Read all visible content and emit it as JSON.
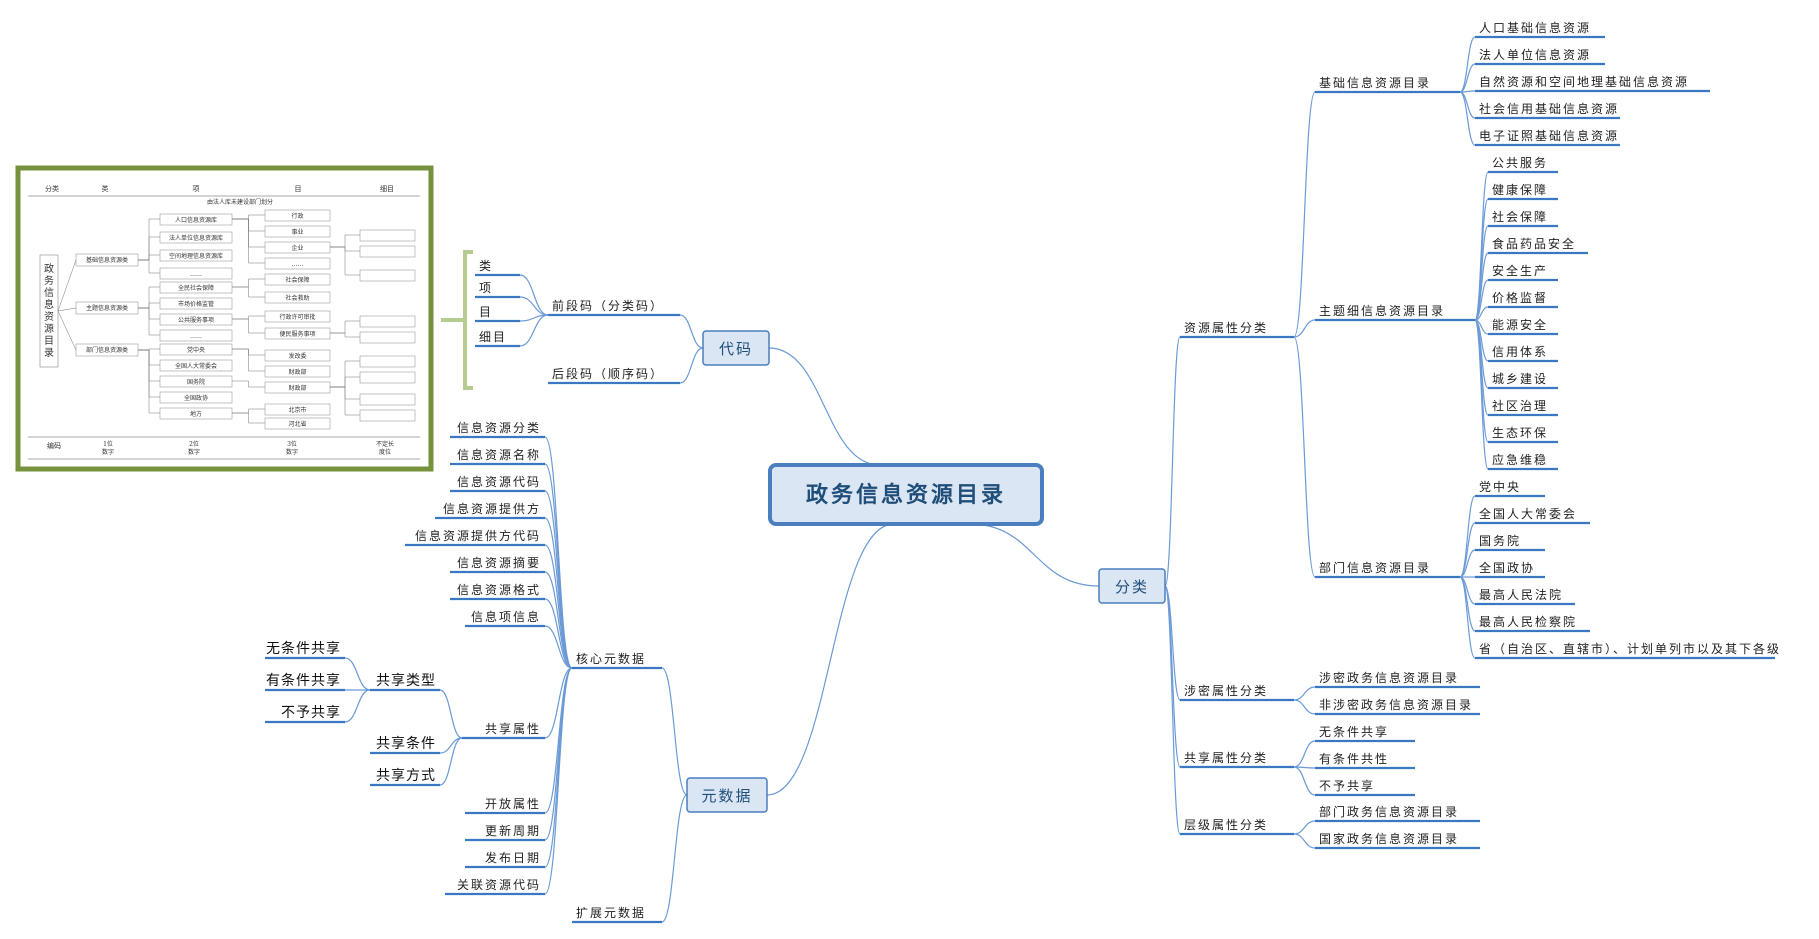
{
  "root": "政务信息资源目录",
  "branches": {
    "code": {
      "label": "代码",
      "front": "前段码（分类码）",
      "back": "后段码（顺序码）",
      "levels": [
        "类",
        "项",
        "目",
        "细目"
      ]
    },
    "meta": {
      "label": "元数据",
      "core": "核心元数据",
      "ext": "扩展元数据",
      "core_items": [
        "信息资源分类",
        "信息资源名称",
        "信息资源代码",
        "信息资源提供方",
        "信息资源提供方代码",
        "信息资源摘要",
        "信息资源格式",
        "信息项信息"
      ],
      "share": "共享属性",
      "share_type": "共享类型",
      "share_types": [
        "无条件共享",
        "有条件共享",
        "不予共享"
      ],
      "share_cond": "共享条件",
      "share_way": "共享方式",
      "other_items": [
        "开放属性",
        "更新周期",
        "发布日期",
        "关联资源代码"
      ]
    },
    "classify": {
      "label": "分类",
      "resource": "资源属性分类",
      "basic": "基础信息资源目录",
      "basic_items": [
        "人口基础信息资源",
        "法人单位信息资源",
        "自然资源和空间地理基础信息资源",
        "社会信用基础信息资源",
        "电子证照基础信息资源"
      ],
      "theme": "主题细信息资源目录",
      "theme_items": [
        "公共服务",
        "健康保障",
        "社会保障",
        "食品药品安全",
        "安全生产",
        "价格监督",
        "能源安全",
        "信用体系",
        "城乡建设",
        "社区治理",
        "生态环保",
        "应急维稳"
      ],
      "dept": "部门信息资源目录",
      "dept_items": [
        "党中央",
        "全国人大常委会",
        "国务院",
        "全国政协",
        "最高人民法院",
        "最高人民检察院",
        "省（自治区、直辖市）、计划单列市以及其下各级"
      ],
      "secret": "涉密属性分类",
      "secret_items": [
        "涉密政务信息资源目录",
        "非涉密政务信息资源目录"
      ],
      "share": "共享属性分类",
      "share_items": [
        "无条件共享",
        "有条件共性",
        "不予共享"
      ],
      "level": "层级属性分类",
      "level_items": [
        "部门政务信息资源目录",
        "国家政务信息资源目录"
      ]
    }
  },
  "inset": {
    "headers": [
      "分类",
      "类",
      "项",
      "目",
      "细目"
    ],
    "caption": "由法人库未建设部门划分",
    "side": "政务信息资源目录",
    "cats": [
      "基础信息资源类",
      "主题信息资源类",
      "部门信息资源类"
    ],
    "items_basic": [
      "人口信息资源库",
      "法人单位信息资源库",
      "空间地理信息资源库",
      "……"
    ],
    "items_theme": [
      "全民社会保障",
      "市场价格监管",
      "公共服务事项",
      "……"
    ],
    "items_dept": [
      "党中央",
      "全国人大常委会",
      "国务院",
      "全国政协",
      "地方"
    ],
    "mu": [
      "行政",
      "事业",
      "企业",
      "……",
      "社会保障",
      "社会救助",
      "行政许可审批",
      "便民服务事项",
      "发改委",
      "财政部",
      "财政部",
      "北京市",
      "河北省"
    ],
    "code_label": "编码",
    "codes": [
      "1位\n数字",
      "2位\n数字",
      "3位\n数字",
      "不定长\n度位"
    ]
  },
  "colors": {
    "line": "#5b8fd0",
    "underline": "#3b78c4",
    "node_fill": "#dbe6f4",
    "node_border": "#4a7ebf",
    "inset_border": "#76923c",
    "bracket": "#b5cc8e"
  }
}
